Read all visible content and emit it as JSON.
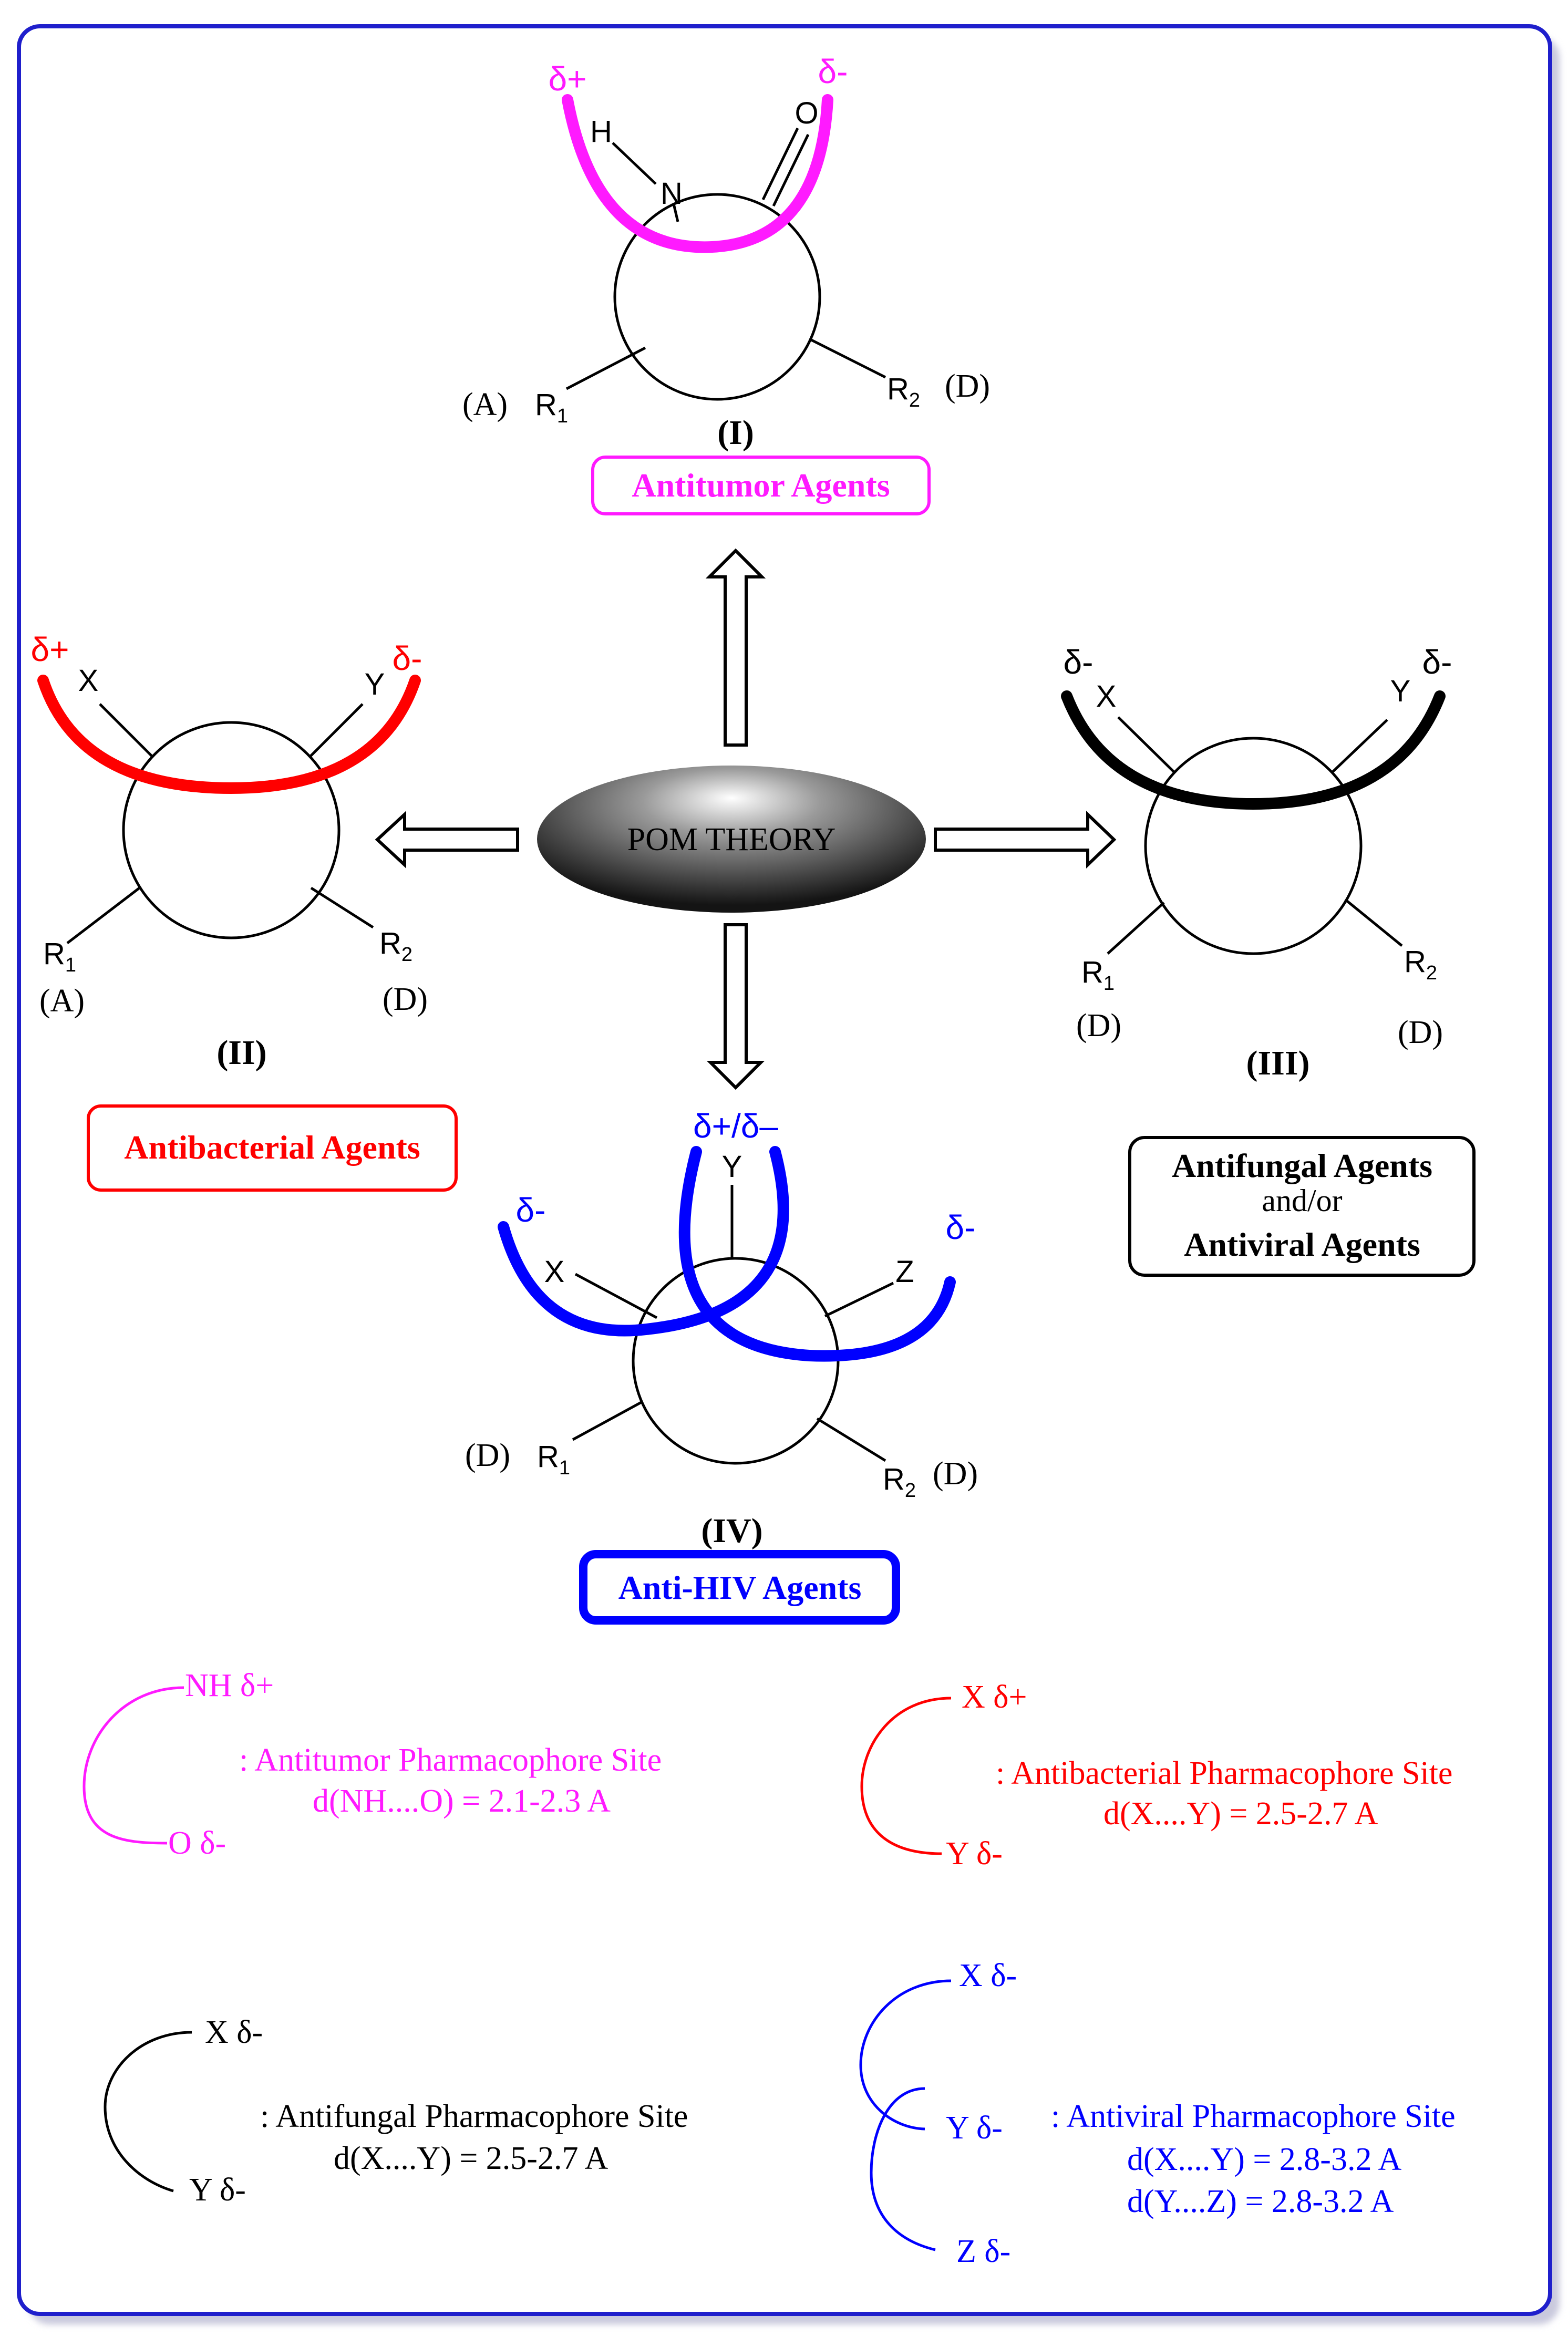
{
  "colors": {
    "antitumor": "#ff1aff",
    "antibacterial": "#ff0000",
    "antifungal": "#000000",
    "antihiv": "#0000ff",
    "frame": "#1f1fcc"
  },
  "center": {
    "label": "POM THEORY"
  },
  "structures": {
    "I": {
      "roman": "(I)",
      "agent": "Antitumor Agents",
      "delta_plus": "δ+",
      "delta_minus": "δ-",
      "H": "H",
      "N": "N",
      "O": "O",
      "R1": "R",
      "R1_sub": "1",
      "R2": "R",
      "R2_sub": "2",
      "left_tag": "(A)",
      "right_tag": "(D)"
    },
    "II": {
      "roman": "(II)",
      "agent": "Antibacterial Agents",
      "delta_plus": "δ+",
      "delta_minus": "δ-",
      "X": "X",
      "Y": "Y",
      "R1": "R",
      "R1_sub": "1",
      "R2": "R",
      "R2_sub": "2",
      "left_tag": "(A)",
      "right_tag": "(D)"
    },
    "III": {
      "roman": "(III)",
      "agent_line1": "Antifungal Agents",
      "agent_line2": "and/or",
      "agent_line3": "Antiviral Agents",
      "delta_left": "δ-",
      "delta_right": "δ-",
      "X": "X",
      "Y": "Y",
      "R1": "R",
      "R1_sub": "1",
      "R2": "R",
      "R2_sub": "2",
      "left_tag": "(D)",
      "right_tag": "(D)"
    },
    "IV": {
      "roman": "(IV)",
      "agent": "Anti-HIV Agents",
      "delta_top": "δ+/δ–",
      "delta_left": "δ-",
      "delta_right": "δ-",
      "X": "X",
      "Y": "Y",
      "Z": "Z",
      "R1": "R",
      "R1_sub": "1",
      "R2": "R",
      "R2_sub": "2",
      "left_tag": "(D)",
      "right_tag": "(D)"
    }
  },
  "legend": {
    "antitumor": {
      "top": "NH δ+",
      "bottom": "O δ-",
      "title": ": Antitumor Pharmacophore Site",
      "distance": "d(NH....O) = 2.1-2.3 A"
    },
    "antibacterial": {
      "top": "X δ+",
      "bottom": "Y δ-",
      "title": ": Antibacterial Pharmacophore Site",
      "distance": "d(X....Y) = 2.5-2.7 A"
    },
    "antifungal": {
      "top": "X δ-",
      "bottom": "Y δ-",
      "title": ": Antifungal Pharmacophore Site",
      "distance": "d(X....Y) = 2.5-2.7 A"
    },
    "antiviral": {
      "top": "X δ-",
      "middle": "Y δ-",
      "bottom": "Z δ-",
      "title": ": Antiviral Pharmacophore Site",
      "distance1": "d(X....Y) = 2.8-3.2 A",
      "distance2": "d(Y....Z) = 2.8-3.2 A"
    }
  }
}
